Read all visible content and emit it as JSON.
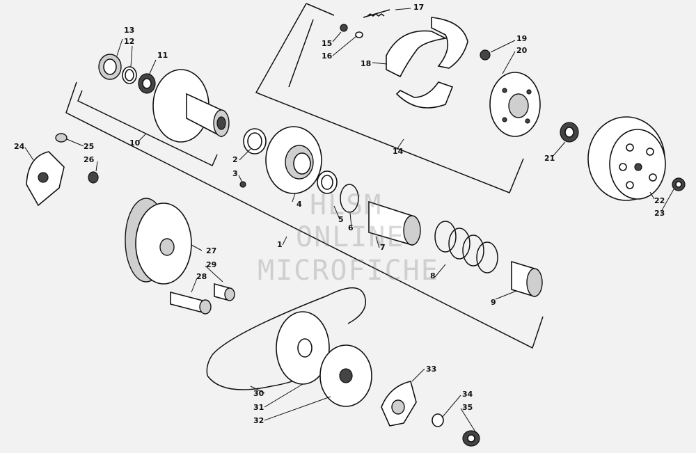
{
  "callouts": {
    "c1": "1",
    "c2": "2",
    "c3": "3",
    "c4": "4",
    "c5": "5",
    "c6": "6",
    "c7": "7",
    "c8": "8",
    "c9": "9",
    "c10": "10",
    "c11": "11",
    "c12": "12",
    "c13": "13",
    "c14": "14",
    "c15": "15",
    "c16": "16",
    "c17": "17",
    "c18": "18",
    "c19": "19",
    "c20": "20",
    "c21": "21",
    "c22": "22",
    "c23": "23",
    "c24": "24",
    "c25": "25",
    "c26": "26",
    "c27": "27",
    "c28": "28",
    "c29": "29",
    "c30": "30",
    "c31": "31",
    "c32": "32",
    "c33": "33",
    "c34": "34",
    "c35": "35"
  },
  "watermark": {
    "line1": "HLSM",
    "line2": "ONLINE",
    "line3": "MICROFICHE"
  }
}
